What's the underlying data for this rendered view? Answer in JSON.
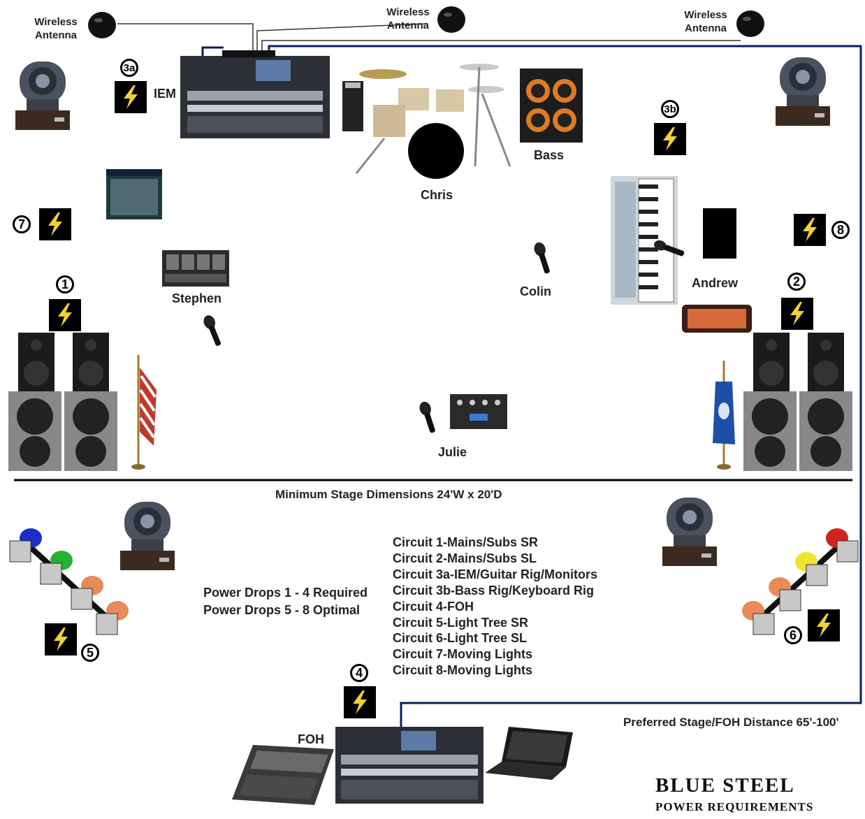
{
  "labels": {
    "antenna_left": [
      "Wireless",
      "Antenna"
    ],
    "antenna_center": [
      "Wireless",
      "Antenna"
    ],
    "antenna_right": [
      "Wireless",
      "Antenna"
    ],
    "iem": "IEM",
    "chris": "Chris",
    "bass": "Bass",
    "stephen": "Stephen",
    "colin": "Colin",
    "andrew": "Andrew",
    "julie": "Julie",
    "foh": "FOH",
    "stage_dimensions": "Minimum Stage Dimensions 24'W x 20'D",
    "foh_distance": "Preferred Stage/FOH Distance 65'-100'"
  },
  "badges": {
    "n1": "1",
    "n2": "2",
    "n3a": "3a",
    "n3b": "3b",
    "n4": "4",
    "n5": "5",
    "n6": "6",
    "n7": "7",
    "n8": "8"
  },
  "power_drops": [
    "Power Drops 1 - 4 Required",
    "Power Drops 5 - 8 Optimal"
  ],
  "circuits": [
    "Circuit 1-Mains/Subs SR",
    "Circuit 2-Mains/Subs SL",
    "Circuit 3a-IEM/Guitar Rig/Monitors",
    "Circuit 3b-Bass Rig/Keyboard Rig",
    "Circuit 4-FOH",
    "Circuit 5-Light Tree SR",
    "Circuit 6-Light Tree SL",
    "Circuit 7-Moving Lights",
    "Circuit 8-Moving Lights"
  ],
  "brand": {
    "title": "BLUE STEEL",
    "subtitle": "POWER REQUIREMENTS"
  },
  "icons": {
    "power": "lightning-bolt-icon",
    "antenna": "wireless-antenna-icon",
    "moving_head": "moving-head-light-icon",
    "par": "par-can-light-icon",
    "speaker": "speaker-stack-icon",
    "mic": "microphone-icon"
  },
  "colors": {
    "cable_blue": "#0b1e5e",
    "bolt_yellow": "#f2d233",
    "bolt_bg": "#000000"
  }
}
